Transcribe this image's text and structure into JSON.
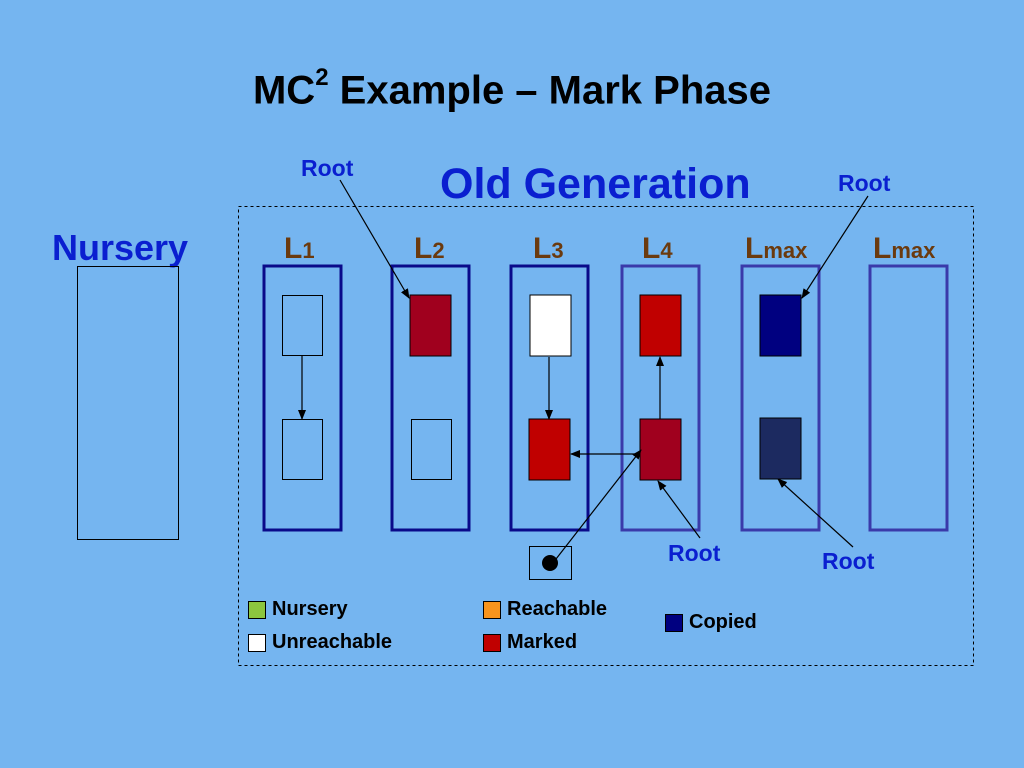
{
  "title": {
    "main": "MC",
    "sup": "2",
    "rest": " Example – Mark Phase"
  },
  "old_generation_label": "Old Generation",
  "nursery_label": "Nursery",
  "root_label": "Root",
  "levels": [
    {
      "letter": "L",
      "sub": "1"
    },
    {
      "letter": "L",
      "sub": "2"
    },
    {
      "letter": "L",
      "sub": "3"
    },
    {
      "letter": "L",
      "sub": "4"
    },
    {
      "letter": "L",
      "sub": "max"
    },
    {
      "letter": "L",
      "sub": "max"
    }
  ],
  "legend": [
    {
      "label": "Nursery",
      "color": "#8cc63f"
    },
    {
      "label": "Unreachable",
      "color": "#ffffff"
    },
    {
      "label": "Reachable",
      "color": "#f7941d"
    },
    {
      "label": "Marked",
      "color": "#c00000"
    },
    {
      "label": "Copied",
      "color": "#000080"
    }
  ],
  "colors": {
    "background": "#75b5f0",
    "marked": "#c00000",
    "marked_dark": "#a0001e",
    "copied": "#000080",
    "copied_dark": "#1c2a60",
    "unreachable": "#ffffff",
    "level_border_dark": "#0a0a8a",
    "level_border_light": "#3a3aaa"
  }
}
